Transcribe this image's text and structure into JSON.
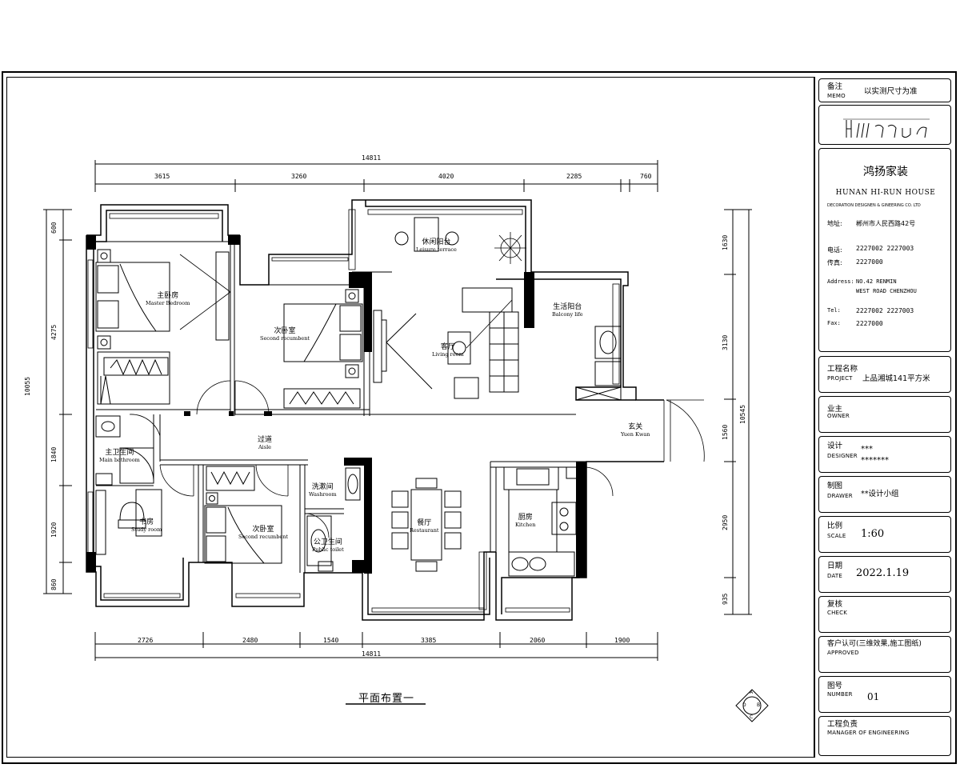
{
  "title_block": {
    "memo_cn": "备注",
    "memo_en": "MEMO",
    "memo_value": "以实测尺寸为准",
    "company_cn": "鸿扬家装",
    "company_en": "HUNAN HI-RUN HOUSE",
    "company_sub": "DECORATION DESIGNEN & GINEERING CO. LTD",
    "addr_cn_label": "地址:",
    "addr_cn": "郴州市人民西路42号",
    "tel_cn_label": "电话:",
    "tel_cn": "2227002  2227003",
    "fax_cn_label": "传真:",
    "fax_cn": "2227000",
    "addr_en_label": "Address:",
    "addr_en_1": "NO.42 RENMIN",
    "addr_en_2": "WEST ROAD CHENZHOU",
    "tel_en_label": "Tel:",
    "tel_en": "2227002  2227003",
    "fax_en_label": "Fax:",
    "fax_en": "2227000",
    "rows": [
      {
        "cn": "工程名称",
        "en": "PROJECT",
        "value": "上品湘城141平方米"
      },
      {
        "cn": "业主",
        "en": "OWNER",
        "value": ""
      },
      {
        "cn": "设计",
        "en": "DESIGNER",
        "value": "***",
        "value2": "*******"
      },
      {
        "cn": "制图",
        "en": "DRAWER",
        "value": "**设计小组"
      },
      {
        "cn": "比例",
        "en": "SCALE",
        "value": "1:60"
      },
      {
        "cn": "日期",
        "en": "DATE",
        "value": "2022.1.19"
      },
      {
        "cn": "复核",
        "en": "CHECK",
        "value": ""
      },
      {
        "cn": "客户认可(三维效果,施工图纸)",
        "en": "APPROVED",
        "value": ""
      },
      {
        "cn": "图号",
        "en": "NUMBER",
        "value": "01"
      },
      {
        "cn": "工程负责",
        "en": "MANAGER OF ENGINEERING",
        "value": ""
      }
    ]
  },
  "plan": {
    "caption": "平面布置一",
    "dims_top_total": "14811",
    "dims_top": [
      "3615",
      "3260",
      "4020",
      "2285",
      "760"
    ],
    "dims_bottom_total": "14811",
    "dims_bottom": [
      "2726",
      "2480",
      "1540",
      "3385",
      "2060",
      "1900"
    ],
    "dims_left_total": "10055",
    "dims_left": [
      "600",
      "4275",
      "1840",
      "1920",
      "860"
    ],
    "dims_right_total": "10545",
    "dims_right": [
      "1630",
      "3130",
      "1560",
      "2950",
      "935"
    ],
    "rooms": [
      {
        "cn": "主卧房",
        "en": "Master Bedroom"
      },
      {
        "cn": "次卧室",
        "en": "Second recumbent"
      },
      {
        "cn": "休闲阳台",
        "en": "Leisure terrace"
      },
      {
        "cn": "生活阳台",
        "en": "Balcony life"
      },
      {
        "cn": "客厅",
        "en": "Living room"
      },
      {
        "cn": "玄关",
        "en": "Yuen Kwan"
      },
      {
        "cn": "过道",
        "en": "Aisle"
      },
      {
        "cn": "主卫生间",
        "en": "Main bathroom"
      },
      {
        "cn": "书房",
        "en": "Study room"
      },
      {
        "cn": "次卧室",
        "en": "Second recumbent"
      },
      {
        "cn": "洗漱间",
        "en": "Washroom"
      },
      {
        "cn": "公卫生间",
        "en": "Public toilet"
      },
      {
        "cn": "餐厅",
        "en": "Restaurant"
      },
      {
        "cn": "厨房",
        "en": "Kitchen"
      }
    ],
    "north_letters": [
      "A",
      "B",
      "C",
      "D"
    ]
  }
}
